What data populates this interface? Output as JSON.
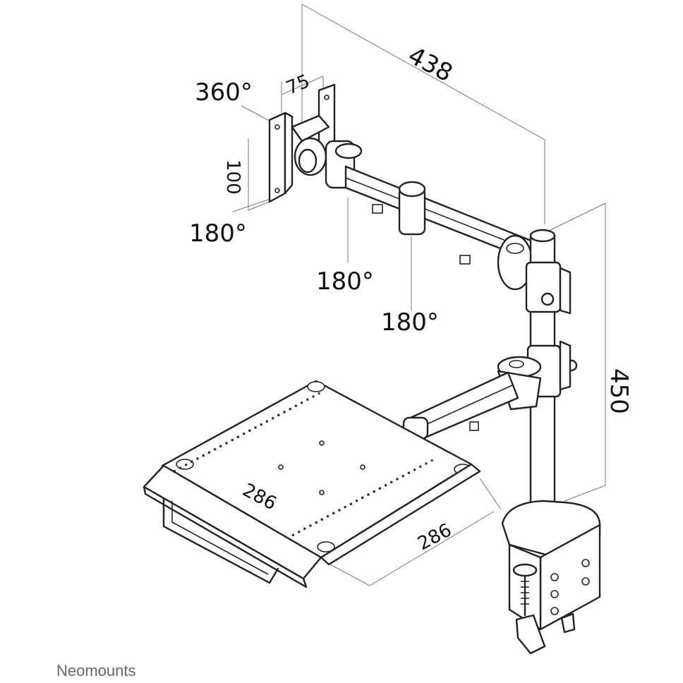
{
  "labels": {
    "rot_360": "360°",
    "rot_180_a": "180°",
    "rot_180_b": "180°",
    "rot_180_c": "180°",
    "vesa_w": "75",
    "vesa_h": "100",
    "arm_reach": "438",
    "pole_height": "450",
    "tray_depth": "286",
    "tray_width": "286"
  },
  "brand": {
    "name": "Neomounts"
  }
}
